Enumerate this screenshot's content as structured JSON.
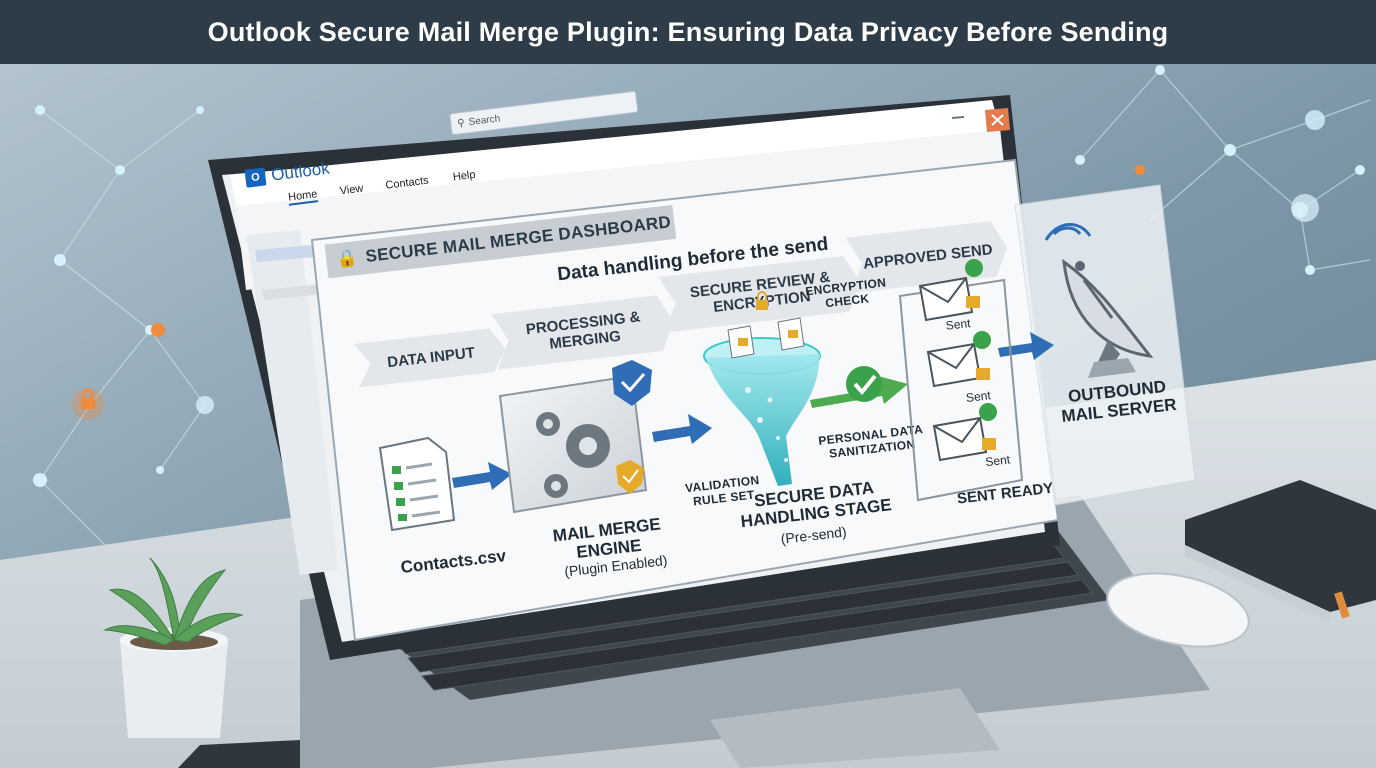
{
  "title": "Outlook Secure Mail Merge Plugin: Ensuring Data Privacy Before Sending",
  "outlook": {
    "app_name": "Outlook",
    "logo_letter": "O",
    "search_placeholder": "Search",
    "menu": [
      "Home",
      "View",
      "Contacts",
      "Help"
    ]
  },
  "dashboard": {
    "header": "SECURE MAIL MERGE DASHBOARD",
    "subtitle": "Data handling before the send",
    "stages": [
      "DATA INPUT",
      "PROCESSING & MERGING",
      "SECURE REVIEW & ENCRYPTION",
      "APPROVED SEND"
    ],
    "file_label": "Contacts.csv",
    "engine_title": "MAIL MERGE ENGINE",
    "engine_sub": "(Plugin Enabled)",
    "validation_label": "VALIDATION RULE SET",
    "encryption_check_label": "ENCRYPTION CHECK",
    "sanitization_label": "PERSONAL DATA SANITIZATION",
    "secure_stage_title": "SECURE DATA HANDLING STAGE",
    "secure_stage_sub": "(Pre-send)",
    "sent_labels": [
      "Sent",
      "Sent",
      "Sent"
    ],
    "sent_ready_label": "SENT READY"
  },
  "server_label": "OUTBOUND MAIL SERVER",
  "colors": {
    "title_bar": "#2e3c48",
    "accent_blue": "#2f6db5",
    "check_green": "#3aa24a",
    "lock_gold": "#e5a92b",
    "funnel_teal": "#3fc8c8"
  }
}
